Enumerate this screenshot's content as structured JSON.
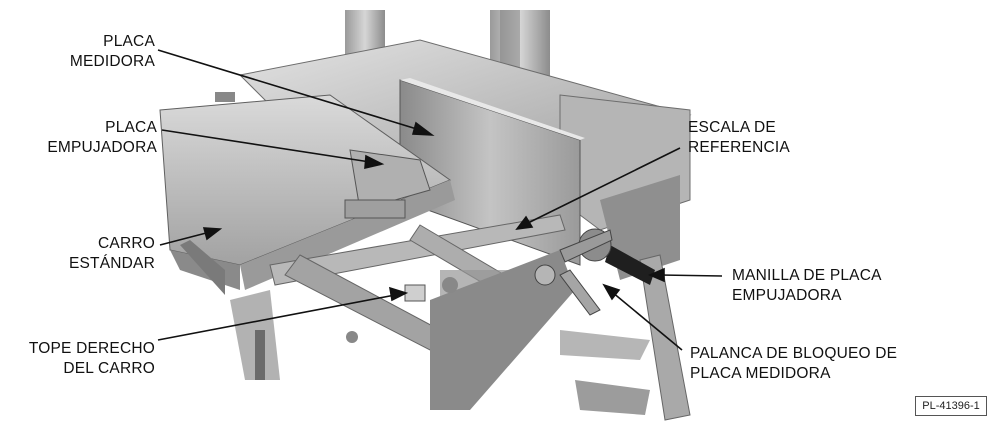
{
  "figure": {
    "reference_code": "PL-41396-1",
    "callouts": [
      {
        "id": "placa-medidora",
        "lines": [
          "PLACA",
          "MEDIDORA"
        ]
      },
      {
        "id": "placa-empujadora",
        "lines": [
          "PLACA",
          "EMPUJADORA"
        ]
      },
      {
        "id": "carro-estandar",
        "lines": [
          "CARRO",
          "ESTÁNDAR"
        ]
      },
      {
        "id": "tope-derecho",
        "lines": [
          "TOPE DERECHO",
          "DEL CARRO"
        ]
      },
      {
        "id": "escala-referencia",
        "lines": [
          "ESCALA DE",
          "REFERENCIA"
        ]
      },
      {
        "id": "manilla-placa",
        "lines": [
          "MANILLA DE PLACA",
          "EMPUJADORA"
        ]
      },
      {
        "id": "palanca-bloqueo",
        "lines": [
          "PALANCA DE BLOQUEO DE",
          "PLACA MEDIDORA"
        ]
      }
    ]
  },
  "colors": {
    "steel_light": "#c9c9c9",
    "steel_mid": "#a8a8a8",
    "steel_dark": "#7a7a7a",
    "shadow": "#4d4d4d",
    "line": "#111111"
  }
}
